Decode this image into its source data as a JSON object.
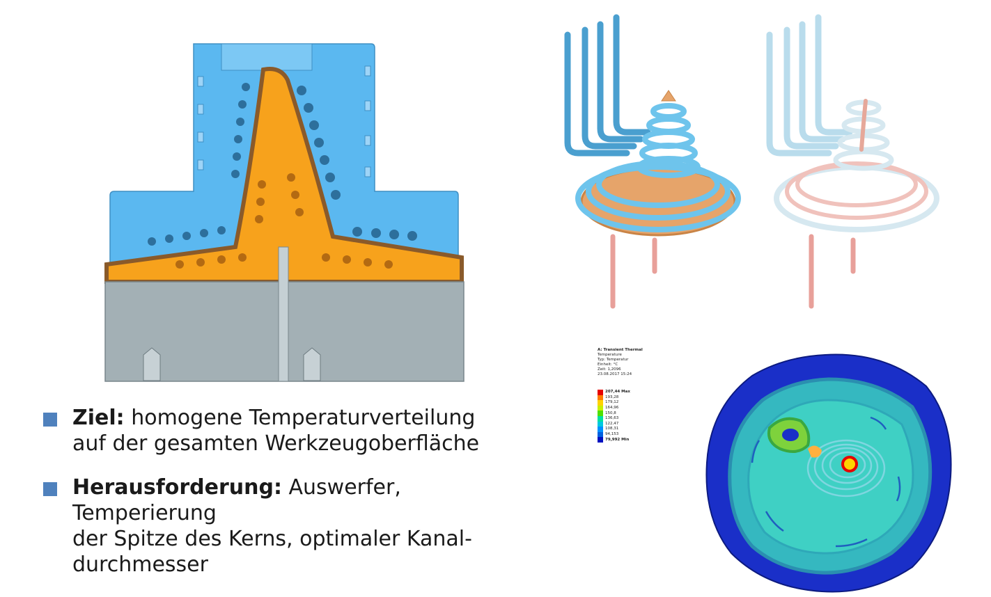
{
  "bullets": [
    {
      "keyword": "Ziel:",
      "text_line1": " homogene Temperaturverteilung",
      "text_line2": "auf der gesamten Werkzeugoberfläche"
    },
    {
      "keyword": "Herausforderung:",
      "text_line1": " Auswerfer, Temperierung",
      "text_line2": "der Spitze des Kerns, optimaler Kanal-",
      "text_line3": "durchmesser"
    }
  ],
  "legend": {
    "title": "A: Transient Thermal",
    "subtitle": "Temperature",
    "type_line": "Typ: Temperatur",
    "unit_line": "Einheit: °C",
    "time_line": "Zeit: 1,2096",
    "date_line": "23.08.2017 15:24",
    "max_label": "207,44 Max",
    "min_label": "79,992 Min",
    "levels": [
      "193,28",
      "179,12",
      "164,96",
      "150,8",
      "136,63",
      "122,47",
      "108,31",
      "94,153"
    ],
    "colors": [
      "#e60000",
      "#ff7a00",
      "#ffd200",
      "#c8f000",
      "#4fe000",
      "#00e0a0",
      "#00c8e0",
      "#0090ff",
      "#0010c0"
    ]
  },
  "colors": {
    "mold_blue": "#5bb8f0",
    "core_orange": "#f7a21c",
    "base_gray": "#a3b0b5",
    "pipe_blue": "#6ec4ec",
    "pipe_pink": "#f0a8a0",
    "bullet_square": "#4f81bd"
  }
}
